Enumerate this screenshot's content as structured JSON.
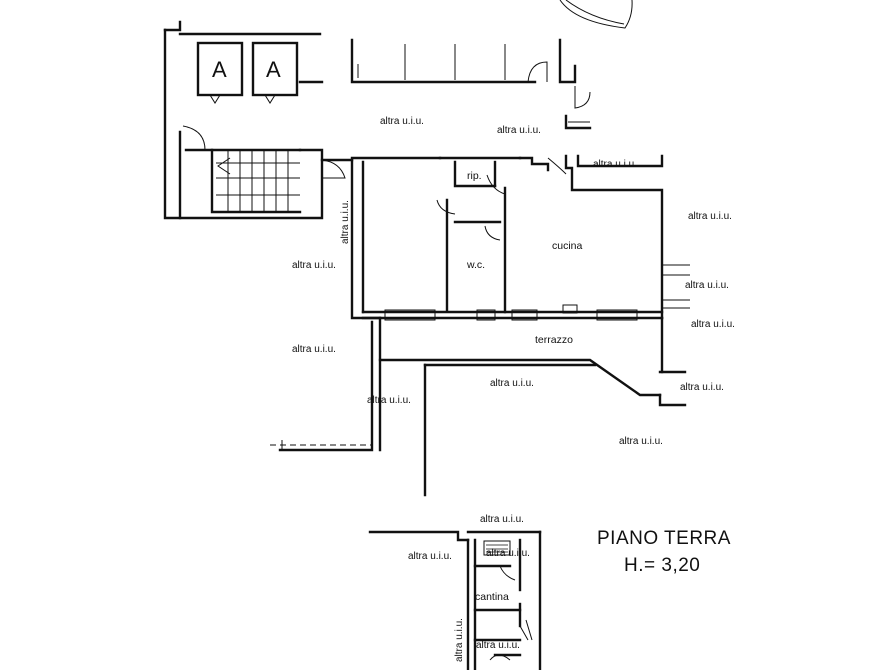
{
  "plan": {
    "title": "PIANO TERRA",
    "height_note": "H.= 3,20"
  },
  "parking": {
    "space_left": "A",
    "space_right": "A"
  },
  "rooms": {
    "ripostiglio": "rip.",
    "wc": "w.c.",
    "kitchen": "cucina",
    "terrace": "terrazzo",
    "cellar": "cantina"
  },
  "neighbors": {
    "top_center": "altra u.i.u.",
    "top_corridor": "altra u.i.u.",
    "top_right": "altra u.i.u.",
    "left_vertical": "altra u.i.u.",
    "right_1": "altra u.i.u.",
    "left_1": "altra u.i.u.",
    "right_2": "altra u.i.u.",
    "right_3": "altra u.i.u.",
    "left_2": "altra u.i.u.",
    "below_terrace": "altra u.i.u.",
    "right_4": "altra u.i.u.",
    "narrow_hall": "altra u.i.u.",
    "bottom_right": "altra u.i.u.",
    "cellar_top": "altra u.i.u.",
    "cellar_left": "altra u.i.u.",
    "cellar_box": "altra u.i.u.",
    "cellar_vertical": "altra u.i.u.",
    "cellar_bottom": "altra u.i.u."
  }
}
